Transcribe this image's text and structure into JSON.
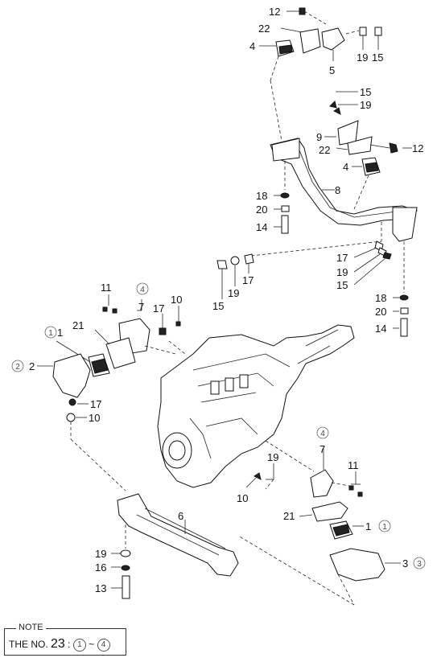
{
  "labels": {
    "n1": "1",
    "n2": "2",
    "n3": "3",
    "n4": "4",
    "n5": "5",
    "n6": "6",
    "n7": "7",
    "n8": "8",
    "n9": "9",
    "n10": "10",
    "n11": "11",
    "n12": "12",
    "n13": "13",
    "n14": "14",
    "n15": "15",
    "n16": "16",
    "n17": "17",
    "n18": "18",
    "n19": "19",
    "n20": "20",
    "n21": "21",
    "n22": "22"
  },
  "circled": {
    "c1": "1",
    "c2": "2",
    "c3": "3",
    "c4": "4"
  },
  "note": {
    "title": "NOTE",
    "prefix": "THE NO.",
    "number": "23",
    "colon": ":",
    "from": "1",
    "tilde": "~",
    "to": "4"
  }
}
